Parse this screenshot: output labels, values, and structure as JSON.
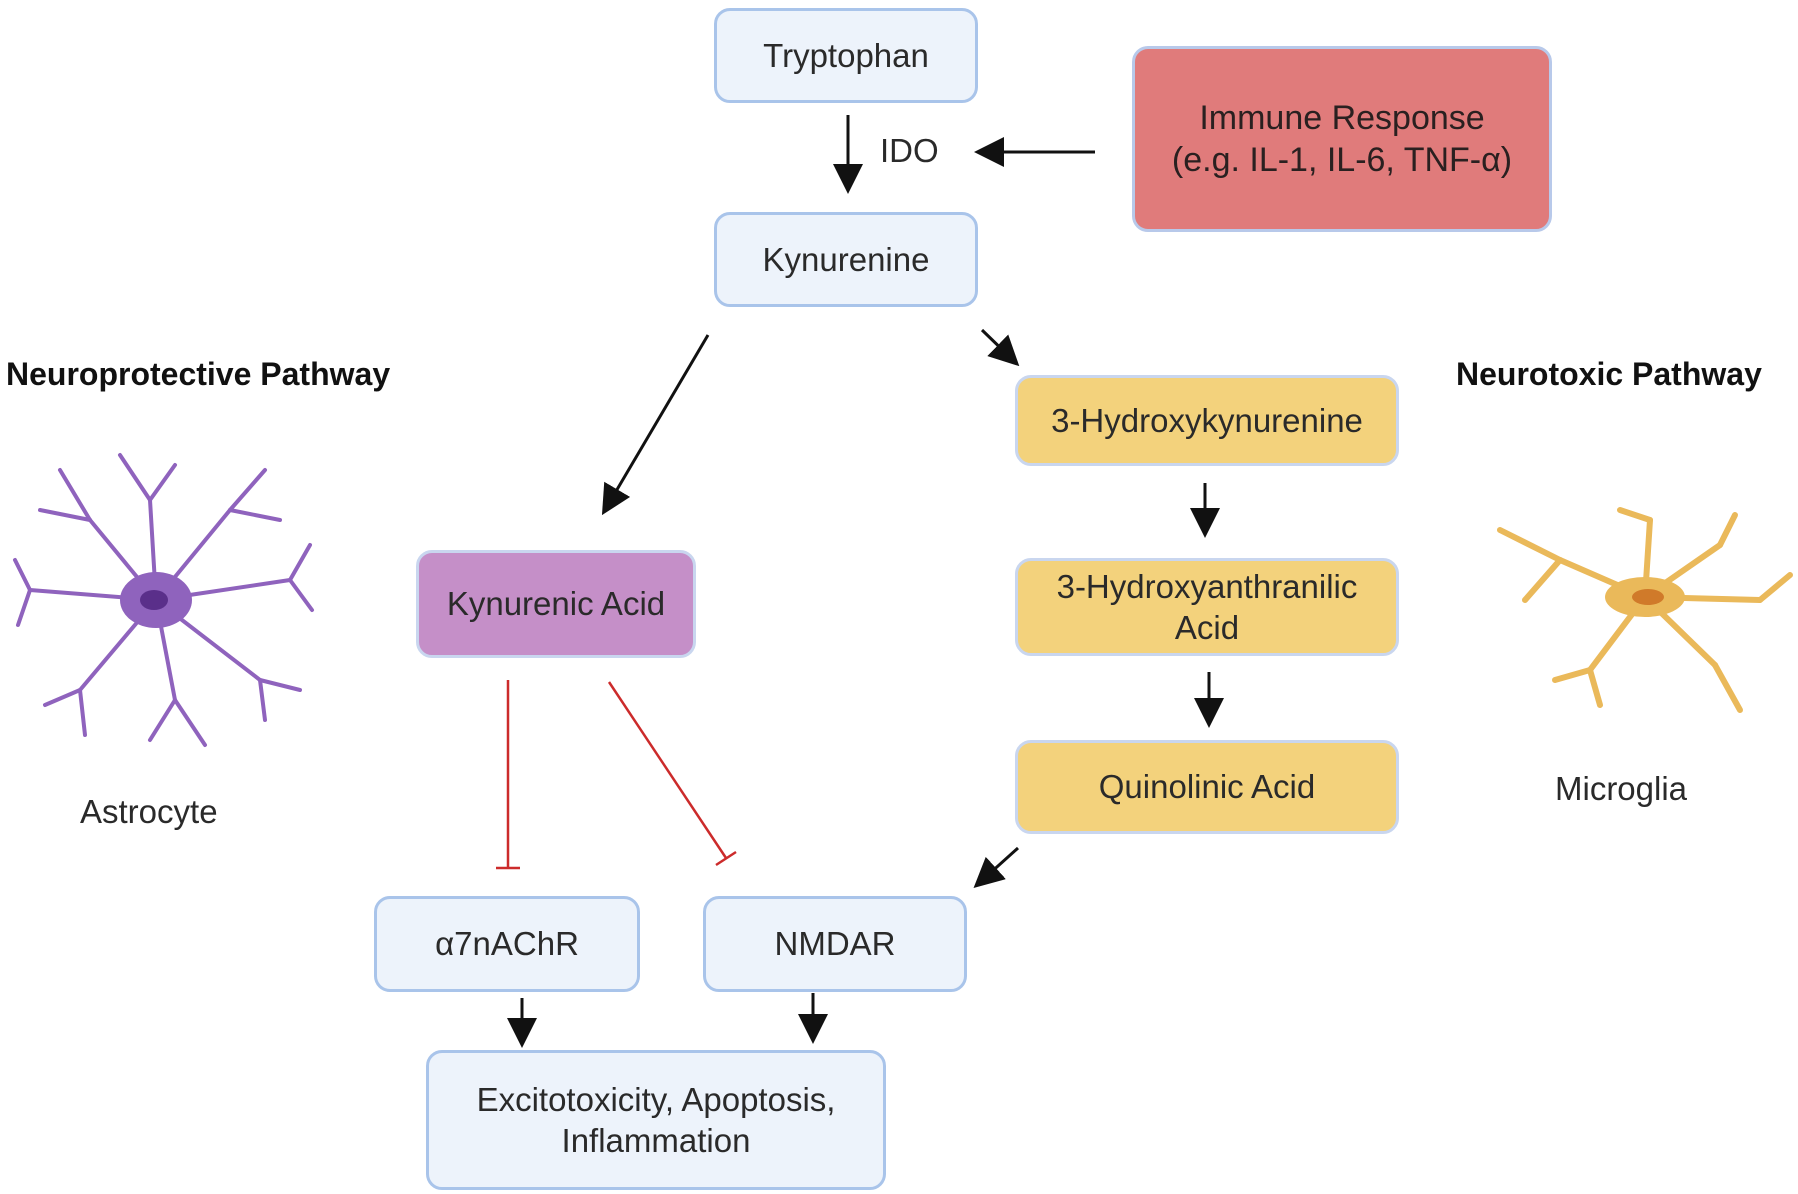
{
  "nodes": {
    "tryptophan": "Tryptophan",
    "ido": "IDO",
    "immune": "Immune Response\n(e.g. IL-1, IL-6, TNF-α)",
    "kynurenine": "Kynurenine",
    "hydroxykynurenine": "3-Hydroxykynurenine",
    "hydroxyanthranilic": "3-Hydroxyanthranilic\nAcid",
    "quinolinic": "Quinolinic Acid",
    "kynurenic": "Kynurenic Acid",
    "a7nachr": "α7nAChR",
    "nmdar": "NMDAR",
    "outcome": "Excitotoxicity, Apoptosis,\nInflammation"
  },
  "side": {
    "left_heading": "Neuroprotective Pathway",
    "left_cell": "Astrocyte",
    "right_heading": "Neurotoxic Pathway",
    "right_cell": "Microglia"
  },
  "colors": {
    "precursor_fill": "#edf3fb",
    "neurotoxic_fill": "#f3d27c",
    "neuroprotective_fill": "#c58fc8",
    "immune_fill": "#e07b7b",
    "inhibition_line": "#cc2b2b",
    "astrocyte": "#8f63bd",
    "microglia": "#eab95a"
  },
  "icons": {
    "astrocyte": "astrocyte-cell-icon",
    "microglia": "microglia-cell-icon"
  }
}
